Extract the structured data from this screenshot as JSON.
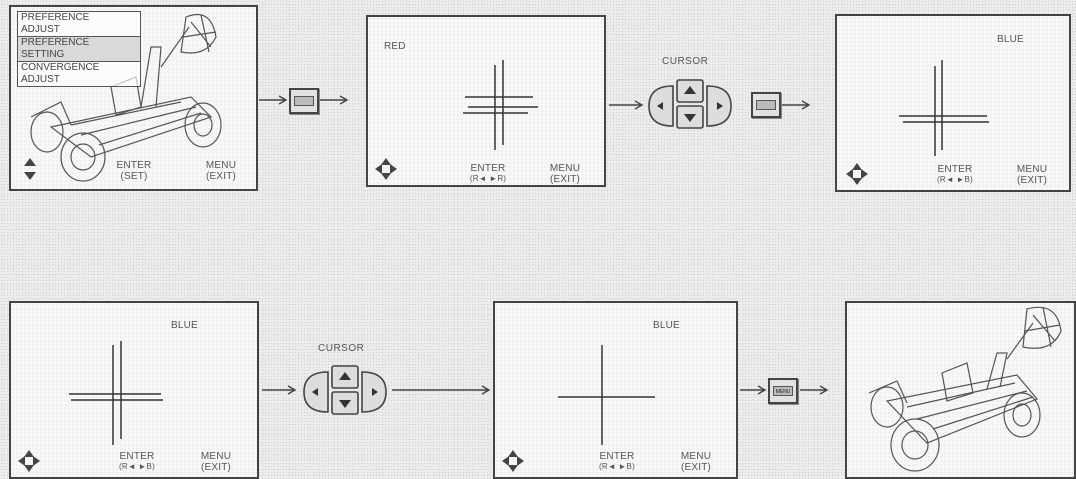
{
  "screens": {
    "s1": {
      "menu": [
        "PREFERENCE",
        "ADJUST",
        "PREFERENCE",
        "SETTING",
        "CONVERGENCE",
        "ADJUST"
      ],
      "enter": "ENTER",
      "enter_sub": "(SET)",
      "menu_label": "MENU",
      "menu_sub": "(EXIT)"
    },
    "s2": {
      "color": "RED",
      "enter": "ENTER",
      "enter_sub": "(R◄ ►R)",
      "menu_label": "MENU",
      "menu_sub": "(EXIT)"
    },
    "s3": {
      "color": "BLUE",
      "enter": "ENTER",
      "enter_sub": "(R◄ ►B)",
      "menu_label": "MENU",
      "menu_sub": "(EXIT)"
    },
    "s4": {
      "color": "BLUE",
      "enter": "ENTER",
      "enter_sub": "(R◄ ►B)",
      "menu_label": "MENU",
      "menu_sub": "(EXIT)"
    },
    "s5": {
      "color": "BLUE",
      "enter": "ENTER",
      "enter_sub": "(R◄ ►B)",
      "menu_label": "MENU",
      "menu_sub": "(EXIT)"
    }
  },
  "cursor_label": "CURSOR",
  "menu_button_text": "MENU",
  "icons": [
    "lunar-rover-image",
    "updown-arrows-icon",
    "four-way-arrow-icon",
    "cursor-pad-icon",
    "menu-key-icon",
    "right-arrow-icon"
  ]
}
